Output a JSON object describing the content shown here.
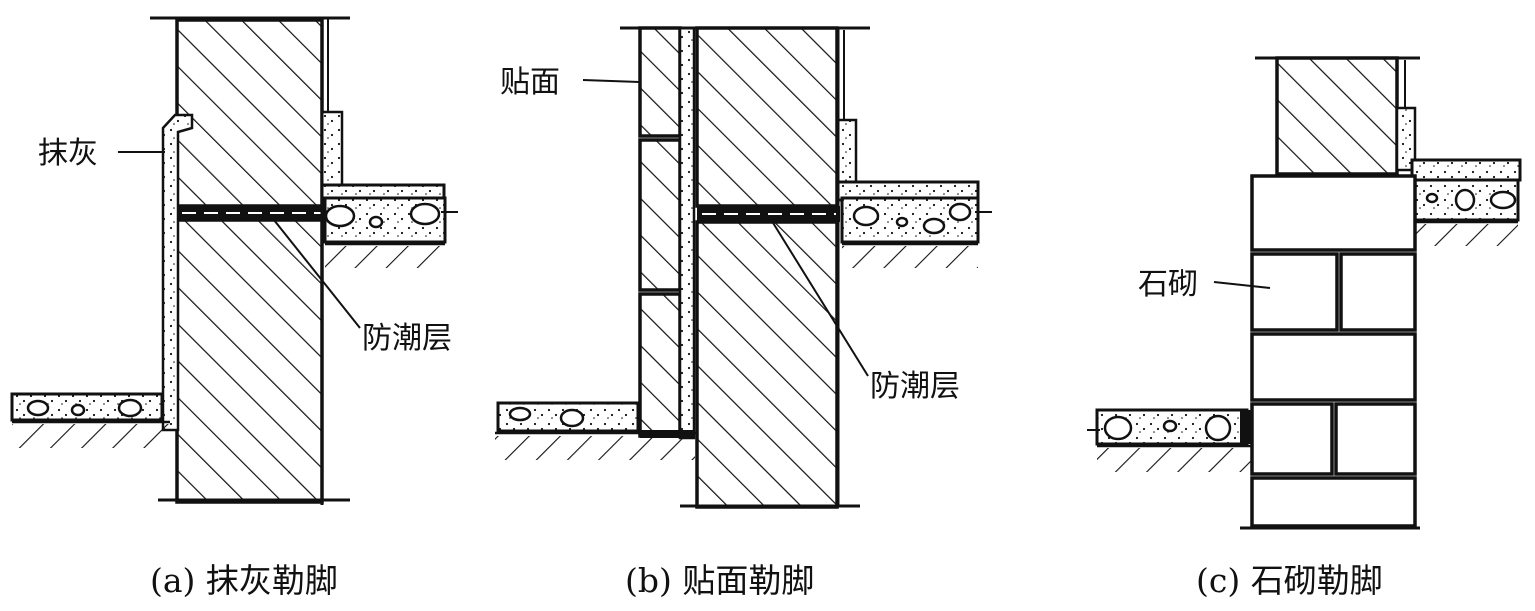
{
  "diagrams": [
    {
      "caption": "(a) 抹灰勒脚",
      "labels": {
        "finish": "抹灰",
        "dpc": "防潮层"
      }
    },
    {
      "caption": "(b) 贴面勒脚",
      "labels": {
        "finish": "贴面",
        "dpc": "防潮层"
      }
    },
    {
      "caption": "(c) 石砌勒脚",
      "labels": {
        "finish": "石砌"
      }
    }
  ]
}
